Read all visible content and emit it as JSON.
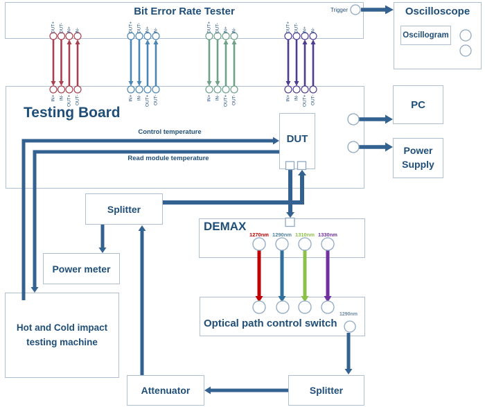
{
  "bert": {
    "title": "Bit Error Rate Tester",
    "trigger_label": "Trigger"
  },
  "oscilloscope": {
    "title": "Oscilloscope",
    "screen_label": "Oscillogram"
  },
  "pc": {
    "label": "PC"
  },
  "power_supply": {
    "label": "Power Supply"
  },
  "testing_board": {
    "title": "Testing Board",
    "control_line_label": "Control temperature",
    "read_line_label": "Read module temperature",
    "dut_label": "DUT"
  },
  "splitter_top": {
    "label": "Splitter"
  },
  "power_meter": {
    "label": "Power meter"
  },
  "hot_cold_machine": {
    "label": "Hot and Cold impact testing machine"
  },
  "demax": {
    "title": "DEMAX",
    "ports": [
      {
        "label": "1270nm",
        "color": "#C00000"
      },
      {
        "label": "1290nm",
        "color": "#4E7F9F"
      },
      {
        "label": "1310nm",
        "color": "#8CC04B"
      },
      {
        "label": "1330nm",
        "color": "#7030A0"
      }
    ]
  },
  "optical_switch": {
    "label": "Optical path control switch",
    "output_label": "1290nm"
  },
  "attenuator": {
    "label": "Attenuator"
  },
  "splitter_bottom": {
    "label": "Splitter"
  },
  "connector_groups": [
    {
      "name": "channel-1",
      "color": "#A8414F",
      "top_labels": [
        "OUT+",
        "OUT-",
        "IN+",
        "IN-"
      ],
      "bottom_labels": [
        "IN+",
        "IN-",
        "OUT+",
        "OUT-"
      ]
    },
    {
      "name": "channel-2",
      "color": "#4B85B3",
      "top_labels": [
        "OUT+",
        "OUT-",
        "IN+",
        "IN-"
      ],
      "bottom_labels": [
        "IN+",
        "IN-",
        "OUT+",
        "OUT-"
      ]
    },
    {
      "name": "channel-3",
      "color": "#6EA287",
      "top_labels": [
        "OUT+",
        "OUT-",
        "IN+",
        "IN-"
      ],
      "bottom_labels": [
        "IN+",
        "IN-",
        "OUT+",
        "OUT-"
      ]
    },
    {
      "name": "channel-4",
      "color": "#4C3D90",
      "top_labels": [
        "OUT+",
        "OUT-",
        "IN+",
        "IN-"
      ],
      "bottom_labels": [
        "IN+",
        "IN-",
        "OUT+",
        "OUT-"
      ]
    }
  ],
  "colors": {
    "text": "#1F4E79",
    "box_border": "#AEBFD2",
    "arrow": "#336190",
    "fiber_1270": "#C00000",
    "fiber_1290": "#31709E",
    "fiber_1310": "#8CC04B",
    "fiber_1330": "#7030A0"
  }
}
